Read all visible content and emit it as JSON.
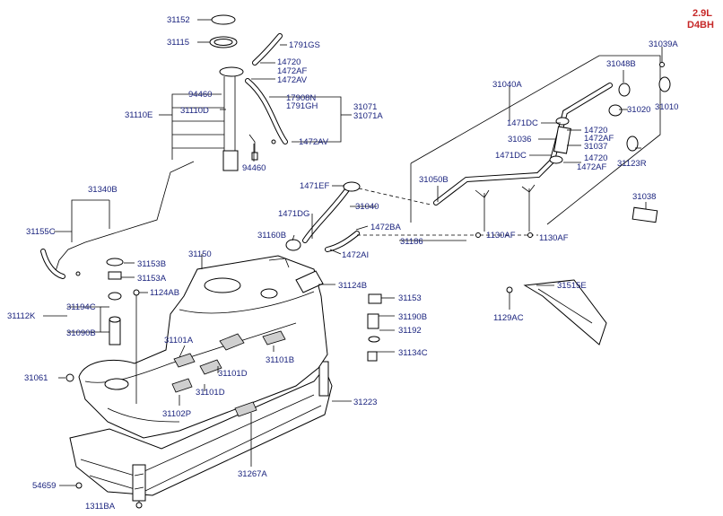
{
  "engine": {
    "line1": "2.9L",
    "line2": "D4BH"
  },
  "labels": {
    "p31152": "31152",
    "p31115": "31115",
    "p1791GS": "1791GS",
    "p14720a": "14720",
    "p1472AFa": "1472AF",
    "p1472AVa": "1472AV",
    "p94460a": "94460",
    "p31110D": "31110D",
    "p31110E": "31110E",
    "p17908N": "17908N",
    "p1791GH": "1791GH",
    "p31071": "31071",
    "p31071A": "31071A",
    "p1472AVb": "1472AV",
    "p94460b": "94460",
    "p31039A": "31039A",
    "p31040A": "31040A",
    "p31048B": "31048B",
    "p31010": "31010",
    "p1471DCa": "1471DC",
    "p31020": "31020",
    "p14720b": "14720",
    "p1472AFb": "1472AF",
    "p31036": "31036",
    "p31037": "31037",
    "p1471DCb": "1471DC",
    "p14720c": "14720",
    "p1472AFc": "1472AF",
    "p31123R": "31123R",
    "p31050B": "31050B",
    "p1471EF": "1471EF",
    "p31040": "31040",
    "p31038": "31038",
    "p1471DG": "1471DG",
    "p1472BA": "1472BA",
    "p31160B": "31160B",
    "p31186": "31186",
    "p1130AFa": "1130AF",
    "p1130AFb": "1130AF",
    "p1472AI": "1472AI",
    "p31340B": "31340B",
    "p31155C": "31155C",
    "p31150": "31150",
    "p31153B": "31153B",
    "p31153A": "31153A",
    "p1124AB": "1124AB",
    "p31124B": "31124B",
    "p31112K": "31112K",
    "p31194C": "31194C",
    "p31090B": "31090B",
    "p31153": "31153",
    "p31190B": "31190B",
    "p31192": "31192",
    "p31515E": "31515E",
    "p1129AC": "1129AC",
    "p31101Aa": "31101A",
    "p31101B": "31101B",
    "p31101Da": "31101D",
    "p31101Db": "31101D",
    "p31134C": "31134C",
    "p31061": "31061",
    "p31102P": "31102P",
    "p31223": "31223",
    "p31267A": "31267A",
    "p54659": "54659",
    "p1311BA": "1311BA"
  }
}
